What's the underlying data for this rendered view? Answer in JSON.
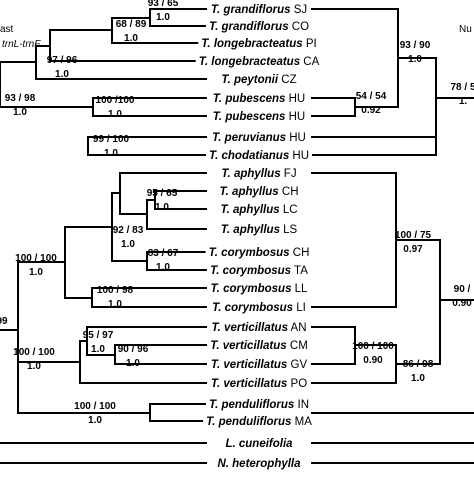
{
  "headers": {
    "left_partial": "ast",
    "left_region": "trnL-trnF",
    "right_partial": "Nu"
  },
  "taxa": [
    {
      "genus": "T. grandiflorus",
      "pop": "SJ"
    },
    {
      "genus": "T. grandiflorus",
      "pop": "CO"
    },
    {
      "genus": "T. longebracteatus",
      "pop": "PI"
    },
    {
      "genus": "T. longebracteatus",
      "pop": "CA"
    },
    {
      "genus": "T. peytonii",
      "pop": "CZ"
    },
    {
      "genus": "T. pubescens",
      "pop": "HU"
    },
    {
      "genus": "T. pubescens",
      "pop": "HU"
    },
    {
      "genus": "T. peruvianus",
      "pop": "HU"
    },
    {
      "genus": "T. chodatianus",
      "pop": "HU"
    },
    {
      "genus": "T. aphyllus",
      "pop": "FJ"
    },
    {
      "genus": "T. aphyllus",
      "pop": "CH"
    },
    {
      "genus": "T. aphyllus",
      "pop": "LC"
    },
    {
      "genus": "T. aphyllus",
      "pop": "LS"
    },
    {
      "genus": "T. corymbosus",
      "pop": "CH"
    },
    {
      "genus": "T. corymbosus",
      "pop": "TA"
    },
    {
      "genus": "T. corymbosus",
      "pop": "LL"
    },
    {
      "genus": "T. corymbosus",
      "pop": "LI"
    },
    {
      "genus": "T. verticillatus",
      "pop": "AN"
    },
    {
      "genus": "T. verticillatus",
      "pop": "CM"
    },
    {
      "genus": "T. verticillatus",
      "pop": "GV"
    },
    {
      "genus": "T. verticillatus",
      "pop": "PO"
    },
    {
      "genus": "T. penduliflorus",
      "pop": "IN"
    },
    {
      "genus": "T. penduliflorus",
      "pop": "MA"
    },
    {
      "genus": "L. cuneifolia",
      "pop": ""
    },
    {
      "genus": "N. heterophylla",
      "pop": ""
    }
  ],
  "left_support": [
    {
      "above": "93 / 65",
      "below": "1.0"
    },
    {
      "above": "68 / 89",
      "below": "1.0"
    },
    {
      "above": "97 / 96",
      "below": "1.0"
    },
    {
      "above": "93 / 98",
      "below": "1.0"
    },
    {
      "above": "100 /100",
      "below": "1.0"
    },
    {
      "above": "99 / 100",
      "below": "1.0"
    },
    {
      "above": "95 / 65",
      "below": "1.0"
    },
    {
      "above": "92 / 83",
      "below": "1.0"
    },
    {
      "above": "83 / 67",
      "below": "1.0"
    },
    {
      "above": "100 / 100",
      "below": "1.0"
    },
    {
      "above": "100 / 98",
      "below": "1.0"
    },
    {
      "above": "95 / 97",
      "below": "1.0"
    },
    {
      "above": "90 / 96",
      "below": "1.0"
    },
    {
      "above": "100 / 100",
      "below": "1.0"
    },
    {
      "above": "100 / 100",
      "below": "1.0"
    },
    {
      "above": "99",
      "below": ""
    }
  ],
  "right_support": [
    {
      "above": "93 / 90",
      "below": "1.0"
    },
    {
      "above": "54 / 54",
      "below": "0.92"
    },
    {
      "above": "78 / 5",
      "below": "1."
    },
    {
      "above": "100 / 75",
      "below": "0.97"
    },
    {
      "above": "100 / 100",
      "below": "0.90"
    },
    {
      "above": "86 / 98",
      "below": "1.0"
    },
    {
      "above": "90 /",
      "below": "0.90"
    }
  ]
}
